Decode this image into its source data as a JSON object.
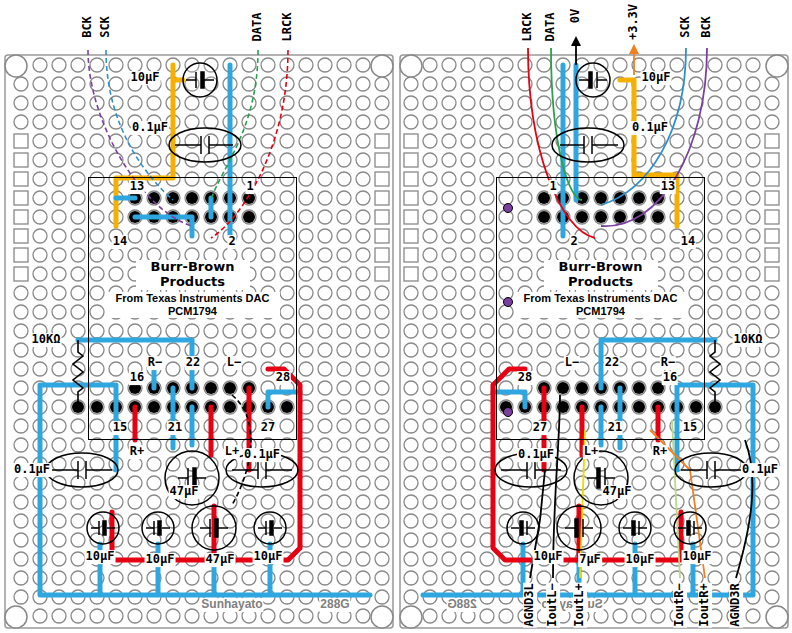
{
  "diagram": {
    "nodes": [
      {
        "text": [
          "Burr-Brown Products",
          "From Texas Instruments DAC PCM1794"
        ]
      },
      {
        "text": [
          "Burr-Brown Products",
          "From Texas Instruments DAC PCM1794"
        ]
      }
    ],
    "labels": [
      "BCK",
      "SCK",
      "DATA",
      "LRCK",
      "10μF",
      "0.1μF",
      "13",
      "1",
      "14",
      "2",
      "10KΩ",
      "R−",
      "22",
      "L−",
      "16",
      "28",
      "15",
      "21",
      "27",
      "R+",
      "L+",
      "0.1μF",
      "0.1μF",
      "47μF",
      "10μF",
      "10μF",
      "47μF",
      "10μF",
      "Sunhayato",
      "288G",
      "LRCK",
      "DATA",
      "0V",
      "+3.3V",
      "SCK",
      "BCK",
      "10μF",
      "0.1μF",
      "1",
      "13",
      "2",
      "14",
      "10KΩ",
      "L−",
      "22",
      "R−",
      "28",
      "16",
      "27",
      "21",
      "15",
      "0.1μF",
      "L+",
      "R+",
      "0.1μF",
      "47μF",
      "10μF",
      "7μF",
      "10μF",
      "10μF",
      "Sunhayato",
      "288G",
      "AGND3L",
      "IoutL−",
      "IoutL+",
      "IoutR−",
      "IoutR+",
      "AGND3R"
    ]
  }
}
